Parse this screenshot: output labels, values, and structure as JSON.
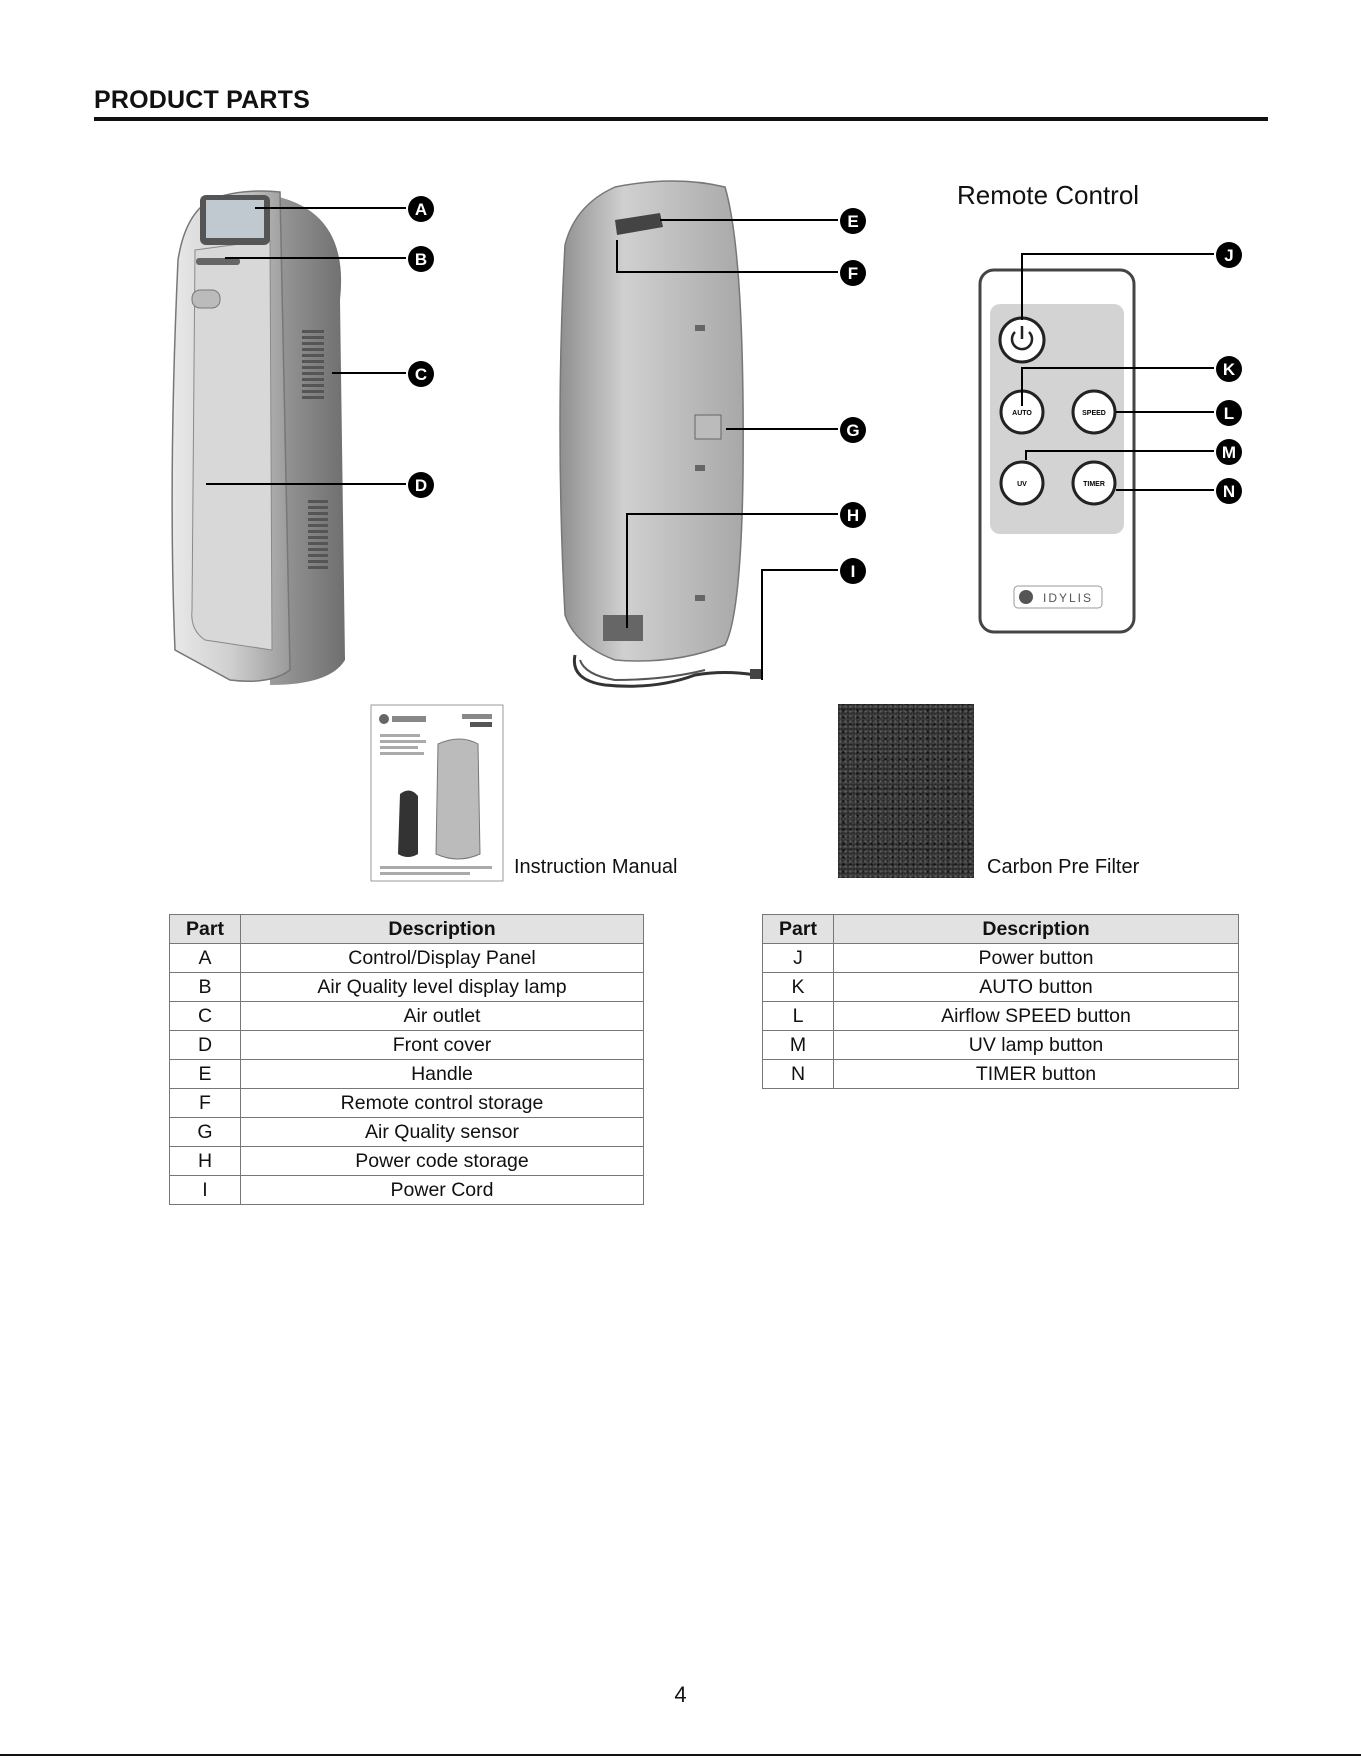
{
  "heading": "PRODUCT PARTS",
  "remote_title": "Remote Control",
  "labels": [
    "A",
    "B",
    "C",
    "D",
    "E",
    "F",
    "G",
    "H",
    "I",
    "J",
    "K",
    "L",
    "M",
    "N"
  ],
  "remote": {
    "buttons": [
      "AUTO",
      "SPEED",
      "UV",
      "TIMER"
    ],
    "brand": "IDYLIS"
  },
  "captions": {
    "manual": "Instruction Manual",
    "filter": "Carbon Pre Filter"
  },
  "table_left": {
    "headers": [
      "Part",
      "Description"
    ],
    "rows": [
      [
        "A",
        "Control/Display Panel"
      ],
      [
        "B",
        "Air Quality level display lamp"
      ],
      [
        "C",
        "Air outlet"
      ],
      [
        "D",
        "Front cover"
      ],
      [
        "E",
        "Handle"
      ],
      [
        "F",
        "Remote control storage"
      ],
      [
        "G",
        "Air Quality sensor"
      ],
      [
        "H",
        "Power code storage"
      ],
      [
        "I",
        "Power Cord"
      ]
    ]
  },
  "table_right": {
    "headers": [
      "Part",
      "Description"
    ],
    "rows": [
      [
        "J",
        "Power button"
      ],
      [
        "K",
        "AUTO button"
      ],
      [
        "L",
        "Airflow SPEED button"
      ],
      [
        "M",
        "UV lamp button"
      ],
      [
        "N",
        "TIMER button"
      ]
    ]
  },
  "page_number": "4"
}
